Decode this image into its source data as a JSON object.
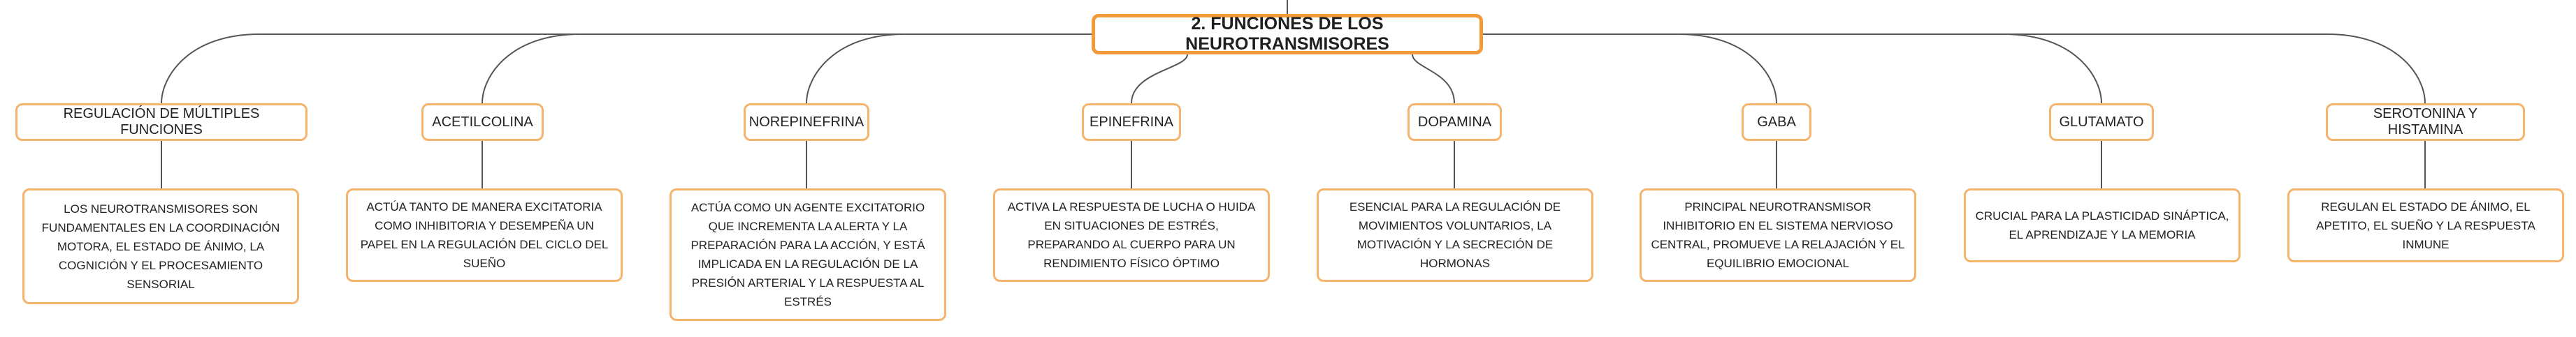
{
  "root": {
    "title": "2. FUNCIONES DE LOS NEUROTRANSMISORES"
  },
  "topics": [
    {
      "label": "REGULACIÓN DE MÚLTIPLES FUNCIONES",
      "description": "LOS NEUROTRANSMISORES SON FUNDAMENTALES EN LA COORDINACIÓN MOTORA, EL ESTADO DE ÁNIMO, LA COGNICIÓN Y EL PROCESAMIENTO SENSORIAL"
    },
    {
      "label": "ACETILCOLINA",
      "description": "ACTÚA TANTO DE MANERA EXCITATORIA COMO INHIBITORIA Y DESEMPEÑA UN PAPEL EN LA REGULACIÓN DEL CICLO DEL SUEÑO"
    },
    {
      "label": "NOREPINEFRINA",
      "description": "ACTÚA COMO UN AGENTE EXCITATORIO QUE INCREMENTA LA ALERTA Y LA PREPARACIÓN PARA LA ACCIÓN, Y ESTÁ IMPLICADA EN LA REGULACIÓN DE LA PRESIÓN ARTERIAL Y LA RESPUESTA AL ESTRÉS"
    },
    {
      "label": "EPINEFRINA",
      "description": "ACTIVA LA RESPUESTA DE LUCHA O HUIDA EN SITUACIONES DE ESTRÉS, PREPARANDO AL CUERPO PARA UN RENDIMIENTO FÍSICO ÓPTIMO"
    },
    {
      "label": "DOPAMINA",
      "description": "ESENCIAL PARA LA REGULACIÓN DE MOVIMIENTOS VOLUNTARIOS, LA MOTIVACIÓN Y LA SECRECIÓN DE HORMONAS"
    },
    {
      "label": "GABA",
      "description": "PRINCIPAL NEUROTRANSMISOR INHIBITORIO EN EL SISTEMA NERVIOSO CENTRAL, PROMUEVE LA RELAJACIÓN Y EL EQUILIBRIO EMOCIONAL"
    },
    {
      "label": "GLUTAMATO",
      "description": "CRUCIAL PARA LA PLASTICIDAD SINÁPTICA, EL APRENDIZAJE Y LA MEMORIA"
    },
    {
      "label": "SEROTONINA Y HISTAMINA",
      "description": "REGULAN EL ESTADO DE ÁNIMO, EL APETITO, EL SUEÑO Y LA RESPUESTA INMUNE"
    }
  ],
  "colors": {
    "border": "#f5b36b",
    "root_border": "#f29a3a",
    "line": "#555555"
  }
}
